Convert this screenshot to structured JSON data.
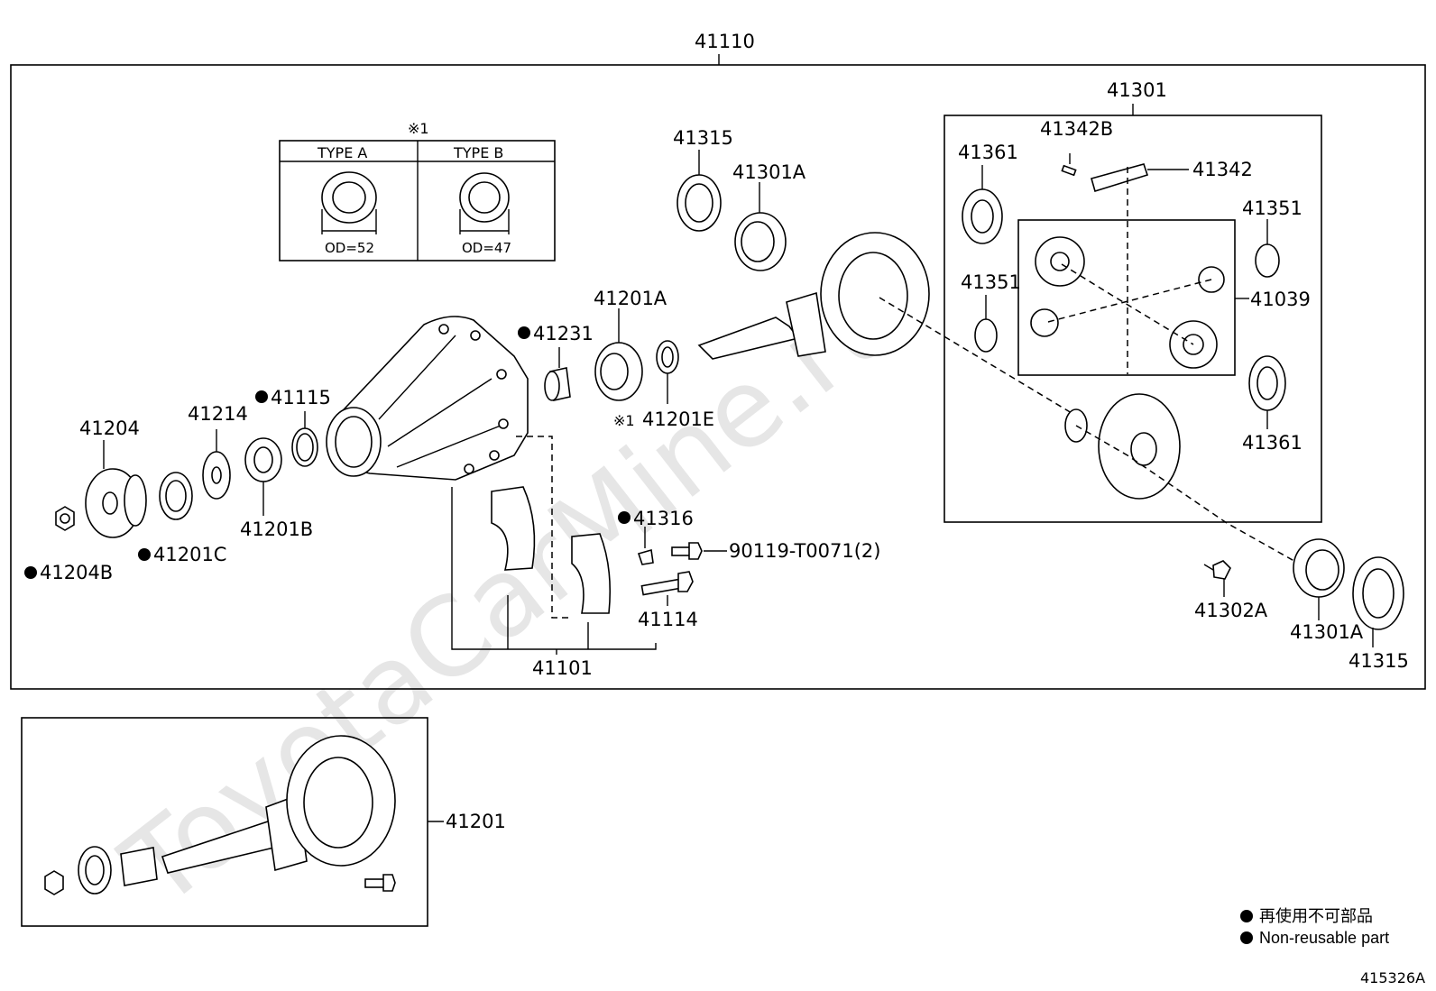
{
  "watermark": "ToyotaCarMine.ru",
  "labels": {
    "assembly_top": "41110",
    "diff_case_assy": "41301",
    "type_ref_mark": "※1",
    "type_a": "TYPE A",
    "type_b": "TYPE B",
    "od_a": "OD=52",
    "od_b": "OD=47",
    "p41315_top": "41315",
    "p41301A_top": "41301A",
    "p41342B": "41342B",
    "p41342": "41342",
    "p41361_top": "41361",
    "p41351_right": "41351",
    "p41351_left": "41351",
    "p41039": "41039",
    "p41361_bottom": "41361",
    "p41201A": "41201A",
    "p41231": "41231",
    "p41115": "41115",
    "p41214": "41214",
    "p41204": "41204",
    "p41201E_mark": "※1",
    "p41201E": "41201E",
    "p41201C": "41201C",
    "p41201B": "41201B",
    "p41204B": "41204B",
    "p41316": "41316",
    "bolt": "90119-T0071(2)",
    "p41114": "41114",
    "p41101": "41101",
    "p41302A": "41302A",
    "p41301A_bottom": "41301A",
    "p41315_bottom": "41315",
    "p41201": "41201"
  },
  "legend": {
    "jp": "再使用不可部品",
    "en": "Non-reusable part"
  },
  "figure_id": "415326A"
}
